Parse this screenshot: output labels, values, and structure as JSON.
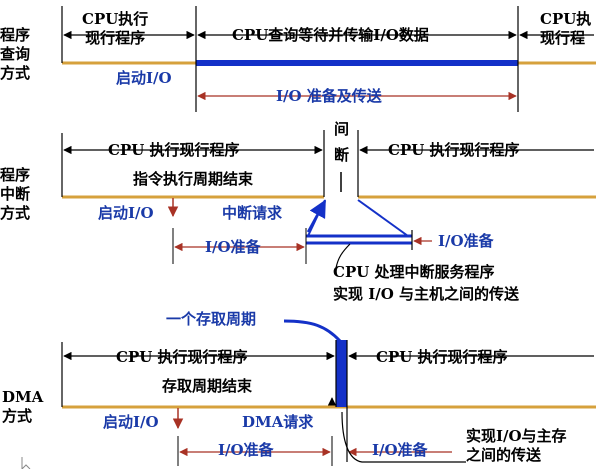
{
  "sections": {
    "polling": {
      "label": "程序\n查询\n方式",
      "cpu_exec_left": "CPU执行\n现行程序",
      "cpu_wait": "CPU查询等待并传输I/O数据",
      "cpu_exec_right": "CPU执\n现行程",
      "start_io": "启动I/O",
      "io_prepare_transfer": "I/O 准备及传送"
    },
    "interrupt": {
      "label": "程序\n中断\n方式",
      "cpu_exec_left": "CPU  执行现行程序",
      "instr_cycle_end": "指令执行周期结束",
      "interrupt_char_1": "间",
      "interrupt_char_2": "断",
      "cpu_exec_right": "CPU  执行现行程序",
      "start_io": "启动I/O",
      "interrupt_request": "中断请求",
      "io_prepare_left": "I/O准备",
      "io_prepare_right": "I/O准备",
      "isr_line1": "CPU 处理中断服务程序",
      "isr_line2": "实现 I/O 与主机之间的传送"
    },
    "dma": {
      "label": "DMA\n方式",
      "access_cycle": "一个存取周期",
      "cpu_exec_left": "CPU  执行现行程序",
      "access_cycle_end": "存取周期结束",
      "cpu_exec_right": "CPU  执行现行程序",
      "start_io": "启动I/O",
      "dma_request": "DMA请求",
      "io_prepare_left": "I/O准备",
      "io_prepare_right": "I/O准备",
      "transfer_note": "实现I/O与主存\n之间的传送"
    }
  },
  "colors": {
    "timeline": "#d6a13c",
    "accent_blue": "#1431c8",
    "text_blue": "#1a3aa8",
    "text": "#000000"
  }
}
